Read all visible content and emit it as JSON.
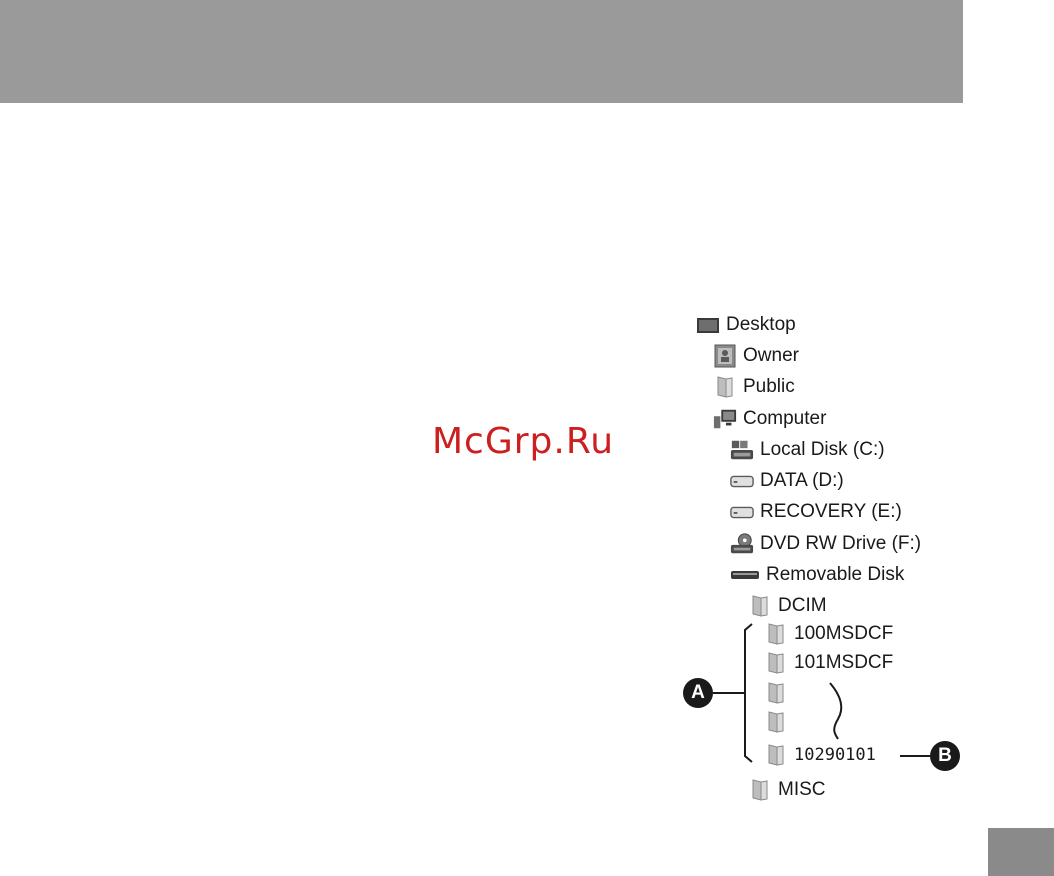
{
  "watermark": "McGrp.Ru",
  "tree": {
    "desktop": "Desktop",
    "owner": "Owner",
    "public": "Public",
    "computer": "Computer",
    "local_disk": "Local Disk (C:)",
    "data": "DATA (D:)",
    "recovery": "RECOVERY (E:)",
    "dvd": "DVD RW Drive (F:)",
    "removable": "Removable Disk",
    "dcim": "DCIM",
    "folder_100": "100MSDCF",
    "folder_101": "101MSDCF",
    "folder_last": "10290101",
    "misc": "MISC"
  },
  "callouts": {
    "a": "A",
    "b": "B"
  },
  "icons": {
    "desktop": "desktop-icon",
    "owner": "user-icon",
    "folder": "folder-icon",
    "computer": "computer-icon",
    "hdd": "hard-disk-icon",
    "dvd": "dvd-drive-icon",
    "removable": "removable-disk-icon"
  }
}
